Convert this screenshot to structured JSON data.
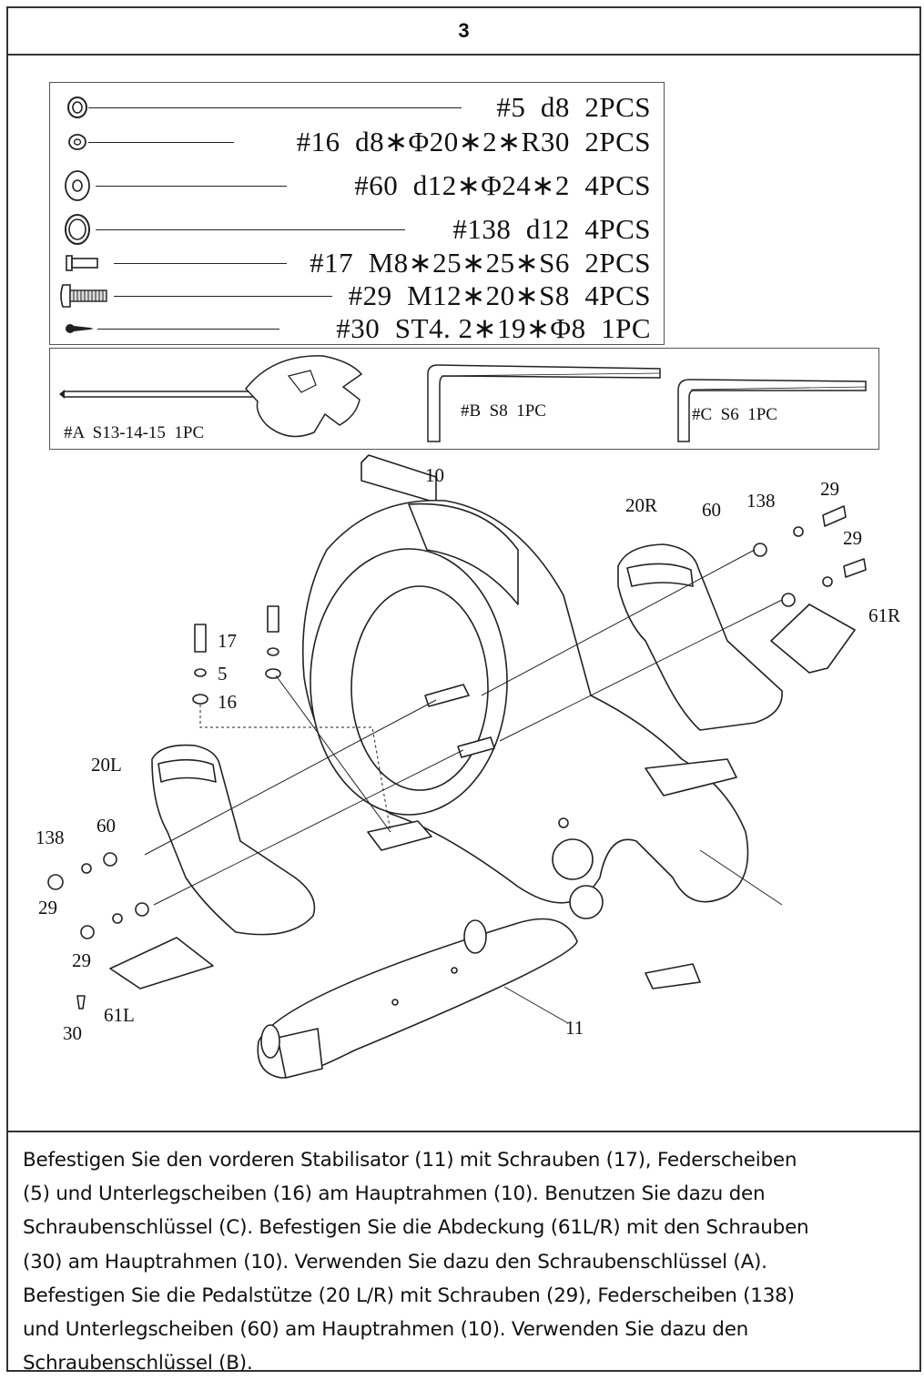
{
  "step_number": "3",
  "hardware": [
    {
      "label": "#5  d8  2PCS",
      "icon": "spring-washer-icon"
    },
    {
      "label": "#16  d8∗Φ20∗2∗R30  2PCS",
      "icon": "curved-washer-icon"
    },
    {
      "label": "#60  d12∗Φ24∗2  4PCS",
      "icon": "flat-washer-icon"
    },
    {
      "label": "#138  d12  4PCS",
      "icon": "spring-washer-icon"
    },
    {
      "label": "#17  M8∗25∗25∗S6  2PCS",
      "icon": "bolt-icon"
    },
    {
      "label": "#29  M12∗20∗S8  4PCS",
      "icon": "bolt-icon"
    },
    {
      "label": "#30  ST4. 2∗19∗Φ8  1PC",
      "icon": "screw-icon"
    }
  ],
  "tools": {
    "a": "#A  S13-14-15  1PC",
    "b": "#B  S8  1PC",
    "c": "#C  S6  1PC"
  },
  "callouts": {
    "main_frame": "10",
    "front_stabilizer": "11",
    "pedal_right": "20R",
    "pedal_left": "20L",
    "cover_right": "61R",
    "cover_left": "61L",
    "washer_60_right": "60",
    "washer_138_right": "138",
    "bolt_29_right_a": "29",
    "bolt_29_right_b": "29",
    "bolt_17": "17",
    "washer_5": "5",
    "washer_16": "16",
    "washer_138_left": "138",
    "washer_60_left": "60",
    "bolt_29_left_a": "29",
    "bolt_29_left_b": "29",
    "screw_30": "30"
  },
  "instructions": [
    "Befestigen Sie den vorderen Stabilisator (11)  mit Schrauben (17), Federscheiben",
    "(5) und Unterlegscheiben (16) am Hauptrahmen (10). Benutzen Sie dazu den",
    "Schraubenschlüssel (C). Befestigen Sie die Abdeckung (61L/R) mit den Schrauben",
    "(30) am Hauptrahmen (10). Verwenden Sie dazu den Schraubenschlüssel (A).",
    "Befestigen Sie die Pedalstütze (20 L/R) mit Schrauben (29), Federscheiben (138)",
    "und Unterlegscheiben (60) am Hauptrahmen (10). Verwenden Sie dazu den",
    "Schraubenschlüssel (B)."
  ]
}
